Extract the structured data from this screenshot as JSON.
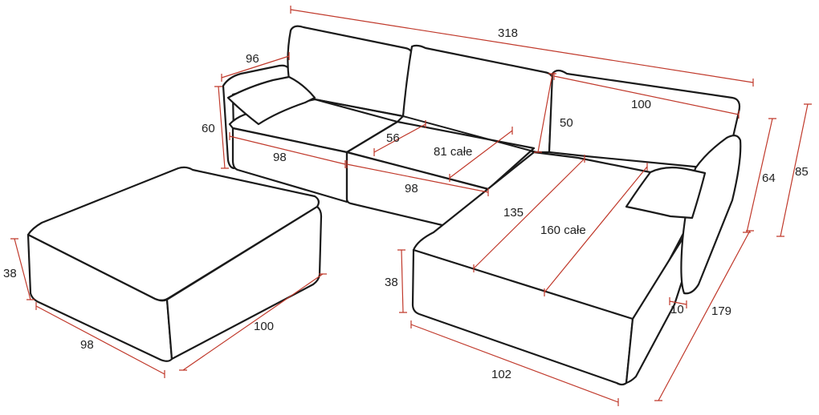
{
  "drawing": {
    "line_color": "#1a1a1a",
    "dimension_color": "#c0392b",
    "dimensions": {
      "total_length": "318",
      "back_cushion_width": "96",
      "arm_height": "60",
      "seat_left_width": "98",
      "seat_depth": "56",
      "seat_depth_full": "81 całe",
      "seat_middle_width": "98",
      "back_height": "50",
      "chaise_back_width": "100",
      "chaise_inner": "135",
      "chaise_full": "160 całe",
      "height_back": "64",
      "height_total": "85",
      "seat_height": "38",
      "arm_thickness": "10",
      "chaise_length": "179",
      "chaise_front_width": "102",
      "pouf_height": "38",
      "pouf_depth": "98",
      "pouf_width": "100"
    }
  }
}
